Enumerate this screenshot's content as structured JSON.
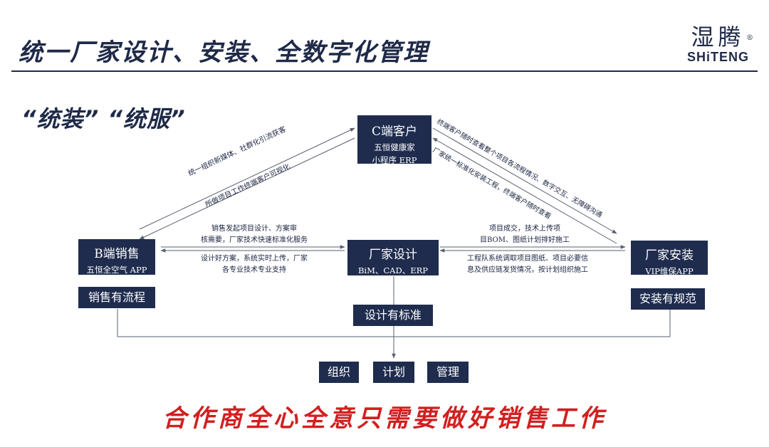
{
  "header": {
    "title": "统一厂家设计、安装、全数字化管理",
    "brand_cn": "湿腾",
    "brand_mark": "®",
    "brand_en": "SHiTENG"
  },
  "subtitle": "“统装” “统服”",
  "nodes": {
    "c_customer": {
      "title": "C端客户",
      "line1": "五恒健康家",
      "line2": "小程序 ERP"
    },
    "b_sales": {
      "title": "B端销售",
      "line1": "五恒全空气 APP"
    },
    "factory_design": {
      "title": "厂家设计",
      "line1": "BiM、CAD、ERP"
    },
    "factory_install": {
      "title": "厂家安装",
      "line1": "VIP维保APP"
    }
  },
  "labels": {
    "sales_flow": "销售有流程",
    "design_standard": "设计有标准",
    "install_standard": "安装有规范",
    "org": "组织",
    "plan": "计划",
    "manage": "管理"
  },
  "notes": {
    "left_diag_1": "统一组织新媒体、社群化引流获客",
    "left_diag_2": "所做项目工作终端客户可视化",
    "right_diag_1": "终端客户随时查看整个项目各流程情况、数字交互、无障碍沟通",
    "right_diag_2": "厂家统一标准化安装工程，终端客户随时查看",
    "sales_to_design_1": "销售发起项目设计、方案审",
    "sales_to_design_2": "核需要，厂家技术快速标准化服务",
    "design_to_sales_1": "设计好方案，系统实时上传，厂家",
    "design_to_sales_2": "各专业技术专业支持",
    "design_to_install_1": "项目成交，技术上传项",
    "design_to_install_2": "目BOM、图纸计划排好施工",
    "install_to_design_1": "工程队系统调取项目图纸、项目必要信",
    "install_to_design_2": "息及供应链发货情况，按计划组织施工"
  },
  "slogan": "合作商全心全意只需要做好销售工作"
}
